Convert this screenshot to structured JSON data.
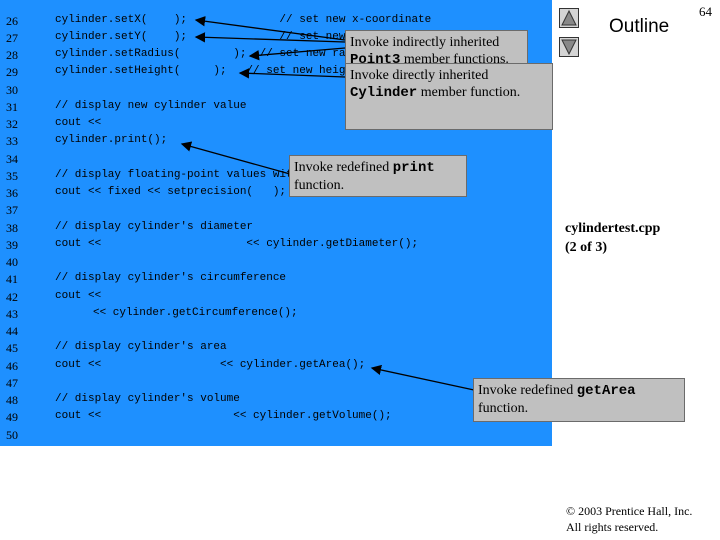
{
  "slide": {
    "page_number": "64",
    "outline_label": "Outline",
    "file_name": "cylindertest.cpp",
    "file_part": "(2 of 3)",
    "copyright_line1": "© 2003 Prentice Hall, Inc.",
    "copyright_line2": "All rights reserved."
  },
  "nav": {
    "prev_icon": "triangle-up-icon",
    "next_icon": "triangle-down-icon"
  },
  "code_lines": [
    {
      "n": "26",
      "text": "cylinder.setX(    );              // set new x-coordinate"
    },
    {
      "n": "27",
      "text": "cylinder.setY(    );              // set new y-coordinate"
    },
    {
      "n": "28",
      "text": "cylinder.setRadius(        );  // set new radius"
    },
    {
      "n": "29",
      "text": "cylinder.setHeight(     );   // set new height"
    },
    {
      "n": "30",
      "text": ""
    },
    {
      "n": "31",
      "text": "// display new cylinder value"
    },
    {
      "n": "32",
      "text": "cout <<"
    },
    {
      "n": "33",
      "text": "cylinder.print();"
    },
    {
      "n": "34",
      "text": ""
    },
    {
      "n": "35",
      "text": "// display floating-point values with 2 digits of precision"
    },
    {
      "n": "36",
      "text": "cout << fixed << setprecision(   );"
    },
    {
      "n": "37",
      "text": ""
    },
    {
      "n": "38",
      "text": "// display cylinder's diameter"
    },
    {
      "n": "39",
      "text": "cout <<                      << cylinder.getDiameter();"
    },
    {
      "n": "40",
      "text": ""
    },
    {
      "n": "41",
      "text": "// display cylinder's circumference"
    },
    {
      "n": "42",
      "text": "cout <<"
    },
    {
      "n": "43",
      "text": "     << cylinder.getCircumference();"
    },
    {
      "n": "44",
      "text": ""
    },
    {
      "n": "45",
      "text": "// display cylinder's area"
    },
    {
      "n": "46",
      "text": "cout <<                  << cylinder.getArea();"
    },
    {
      "n": "47",
      "text": ""
    },
    {
      "n": "48",
      "text": "// display cylinder's volume"
    },
    {
      "n": "49",
      "text": "cout <<                    << cylinder.getVolume();"
    },
    {
      "n": "50",
      "text": ""
    }
  ],
  "callouts": {
    "indirect": {
      "pre": "Invoke indirectly inherited ",
      "code": "Point3",
      "post": " member functions."
    },
    "direct": {
      "pre": "Invoke directly inherited ",
      "code": "Cylinder",
      "post": " member function."
    },
    "print": {
      "pre": "Invoke redefined ",
      "code": "print",
      "post": " function."
    },
    "getarea": {
      "pre": "Invoke redefined ",
      "code": "getArea",
      "post": " function."
    }
  }
}
